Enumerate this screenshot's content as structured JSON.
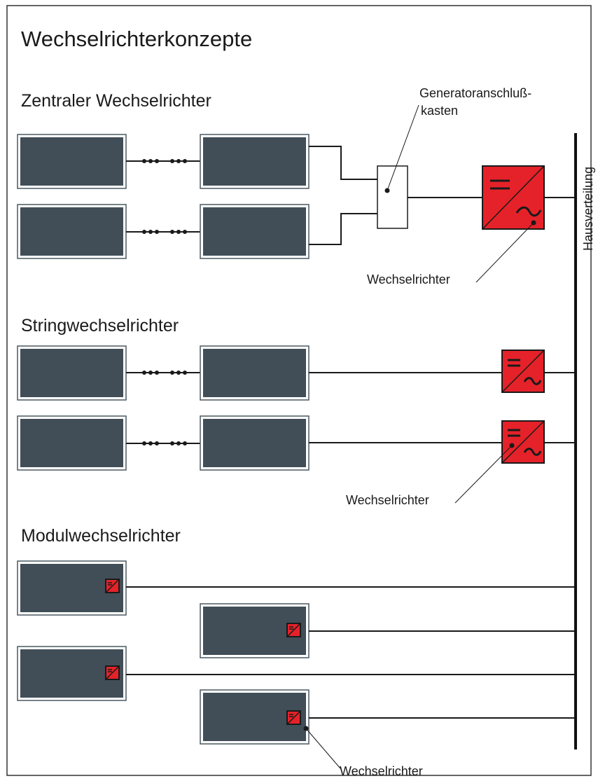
{
  "title": "Wechselrichterkonzepte",
  "sections": {
    "central": {
      "heading": "Zentraler Wechselrichter",
      "junction_box_label_line1": "Generatoranschluß-",
      "junction_box_label_line2": "kasten",
      "inverter_label": "Wechselrichter"
    },
    "string": {
      "heading": "Stringwechselrichter",
      "inverter_label": "Wechselrichter"
    },
    "module": {
      "heading": "Modulwechselrichter",
      "inverter_label": "Wechselrichter"
    }
  },
  "bus_label": "Hausverteilung",
  "colors": {
    "panel": "#414e57",
    "inverter": "#e52229",
    "line": "#1a1a1a"
  }
}
